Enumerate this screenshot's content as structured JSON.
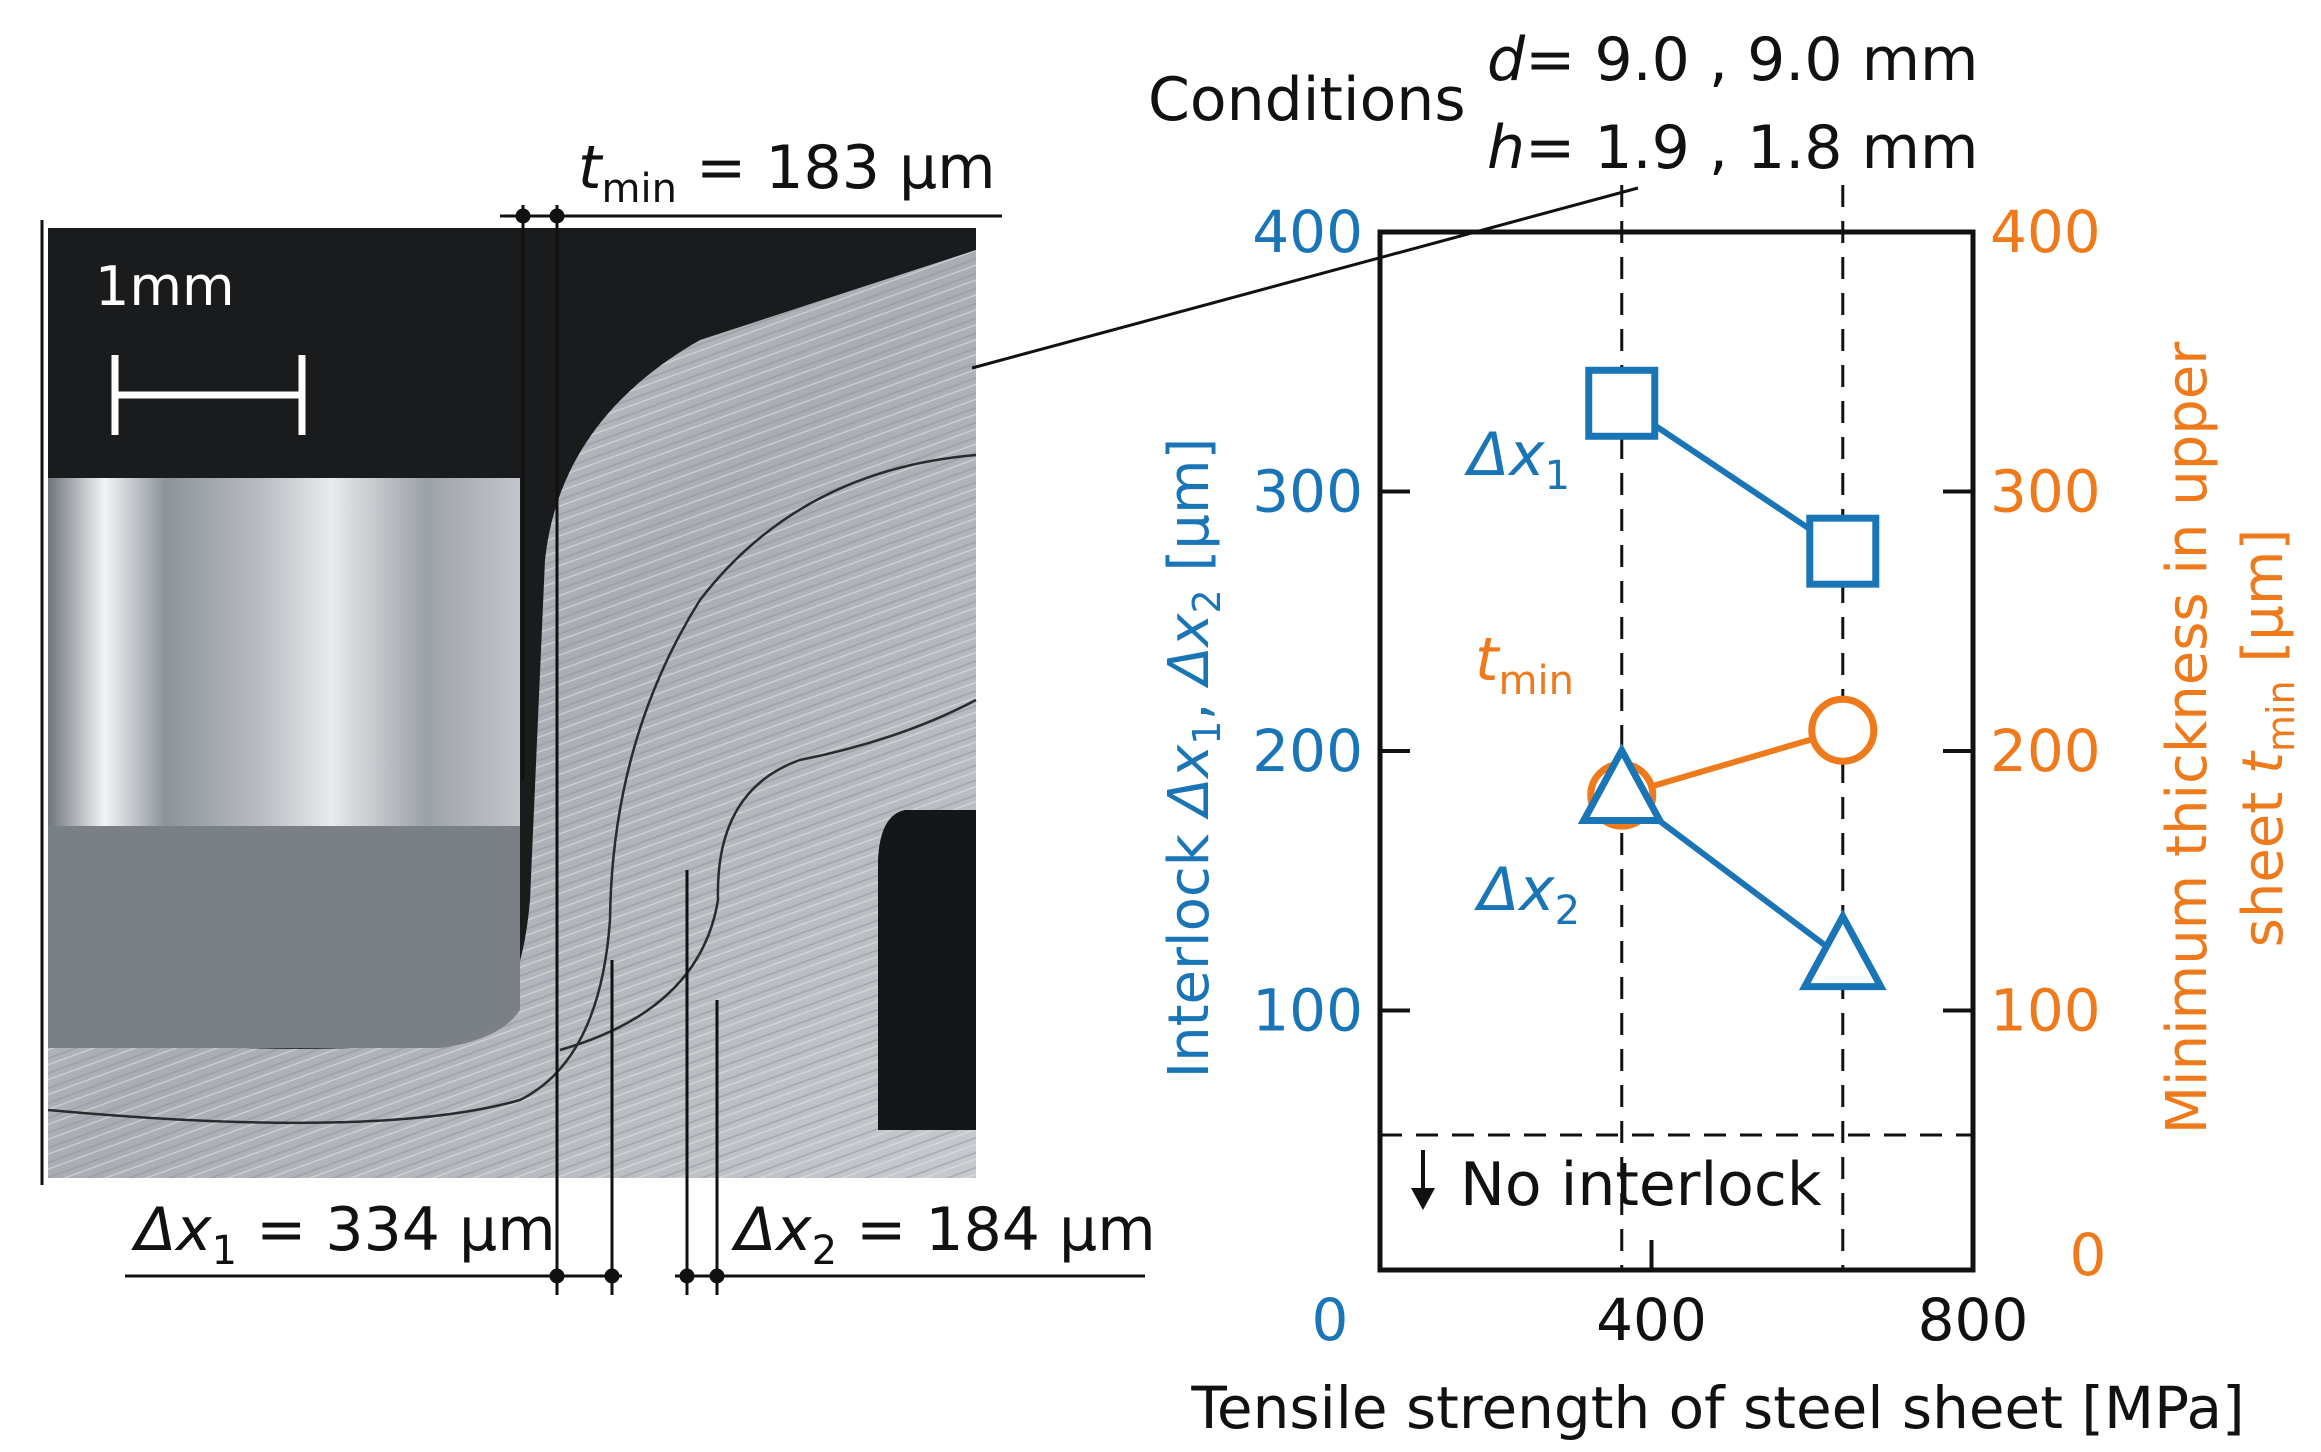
{
  "micrograph": {
    "scale_bar_label": "1mm",
    "t_min_label": {
      "symbol": "t",
      "sub": "min",
      "rest": " = 183 μm"
    },
    "dx1_label": {
      "symbol": "Δx",
      "sub": "1",
      "rest": " = 334 μm"
    },
    "dx2_label": {
      "symbol": "Δx",
      "sub": "2",
      "rest": " = 184 μm"
    },
    "colors": {
      "background": "#1a1b1c",
      "metal_light": "#c9ccd0",
      "metal_dark": "#7d8288"
    }
  },
  "conditions": {
    "label": "Conditions",
    "d_line": {
      "symbol": "d",
      "rest": "= 9.0 , 9.0 mm"
    },
    "h_line": {
      "symbol": "h",
      "rest": "= 1.9 , 1.8 mm"
    }
  },
  "annotations": {
    "no_interlock": "No interlock",
    "dx1": {
      "symbol": "Δx",
      "sub": "1"
    },
    "dx2": {
      "symbol": "Δx",
      "sub": "2"
    },
    "tmin": {
      "symbol": "t",
      "sub": "min"
    }
  },
  "colors": {
    "blue": "#1a75b7",
    "orange": "#ee7a1c",
    "black": "#111111"
  },
  "chart_data": {
    "type": "line",
    "x_values": [
      363,
      638
    ],
    "xlim": [
      0,
      800
    ],
    "x_ticks": [
      0,
      400,
      800
    ],
    "x_tick_labels": [
      "0",
      "400",
      "800"
    ],
    "xlabel": "Tensile strength of steel sheet [MPa]",
    "ylim_left": [
      0,
      400
    ],
    "ylim_right": [
      0,
      400
    ],
    "y_ticks": [
      100,
      200,
      300,
      400
    ],
    "y_left_tick_labels": [
      "0",
      "100",
      "200",
      "300",
      "400"
    ],
    "y_right_tick_labels": [
      "0",
      "100",
      "200",
      "300",
      "400"
    ],
    "ylabel_left": {
      "pre": "Interlock ",
      "s1": "Δx",
      "sub1": "1",
      "mid": ", ",
      "s2": "Δx",
      "sub2": "2",
      "post": " [μm]"
    },
    "ylabel_right": {
      "line1": "Minimum thickness in upper",
      "pre": "sheet  ",
      "sym": "t",
      "sub": "min",
      "post": " [μm]"
    },
    "no_interlock_level": 52,
    "grid": false,
    "series": [
      {
        "key": "dx1",
        "axis": "left",
        "marker": "square",
        "color": "#1a75b7",
        "values": [
          334,
          277
        ]
      },
      {
        "key": "tmin",
        "axis": "right",
        "marker": "circle",
        "color": "#ee7a1c",
        "values": [
          183,
          208
        ]
      },
      {
        "key": "dx2",
        "axis": "left",
        "marker": "triangle",
        "color": "#1a75b7",
        "values": [
          184,
          120
        ]
      }
    ]
  }
}
